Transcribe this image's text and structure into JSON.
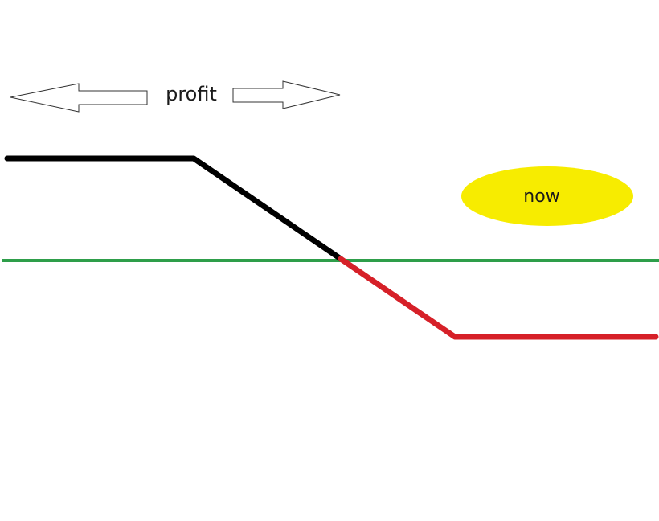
{
  "diagram": {
    "profit_label": "profit",
    "now_label": "now",
    "colors": {
      "profit_line": "#000000",
      "loss_line": "#d62028",
      "zero_line": "#2e9e4a",
      "now_badge": "#f7ec00",
      "arrow_fill": "#ffffff",
      "arrow_stroke": "#333333"
    },
    "segments": [
      {
        "name": "profit-segment",
        "color_key": "profit_line"
      },
      {
        "name": "loss-segment",
        "color_key": "loss_line"
      }
    ]
  }
}
